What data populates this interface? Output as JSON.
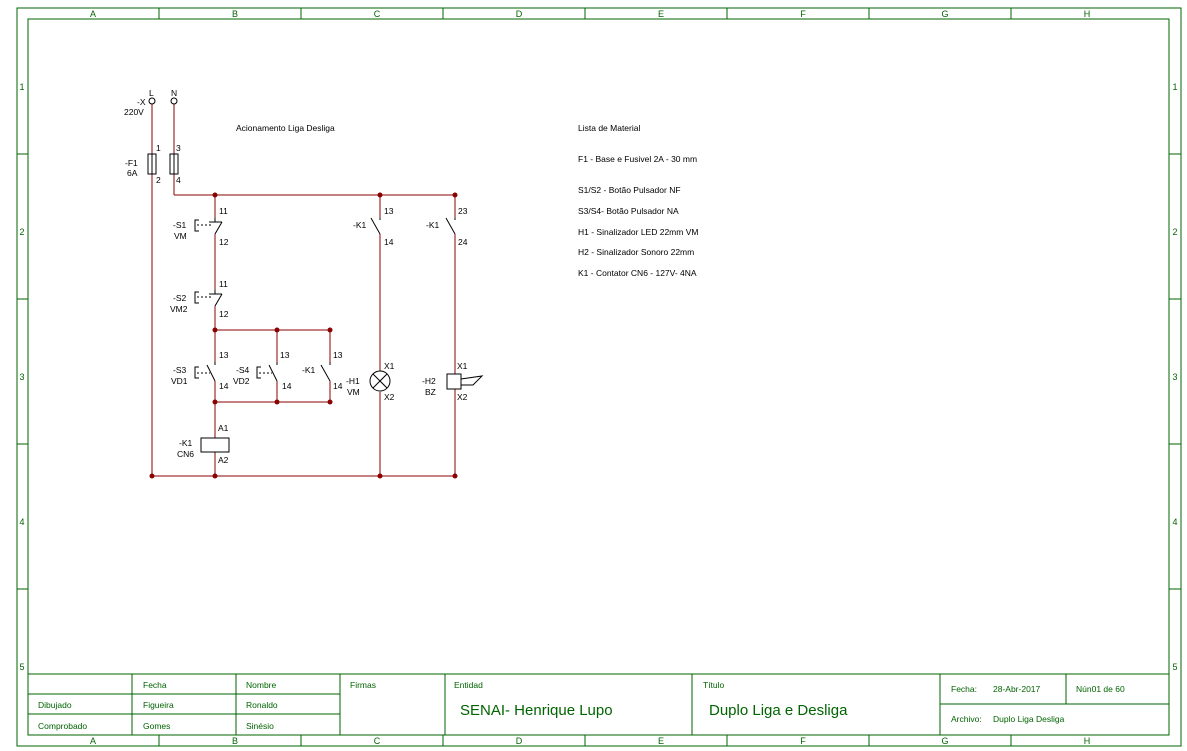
{
  "frame": {
    "columns": [
      "A",
      "B",
      "C",
      "D",
      "E",
      "F",
      "G",
      "H"
    ],
    "rows": [
      "1",
      "2",
      "3",
      "4",
      "5"
    ]
  },
  "diagram": {
    "title": "Acionamento Liga Desliga",
    "supply": {
      "tag": "-X",
      "voltage": "220V",
      "line": "L",
      "neutral": "N"
    },
    "fuse": {
      "tag": "-F1",
      "rating": "6A",
      "pins": [
        "1",
        "2",
        "3",
        "4"
      ]
    },
    "s1": {
      "tag": "-S1",
      "color": "VM",
      "pin_top": "11",
      "pin_bottom": "12"
    },
    "s2": {
      "tag": "-S2",
      "color": "VM2",
      "pin_top": "11",
      "pin_bottom": "12"
    },
    "s3": {
      "tag": "-S3",
      "color": "VD1",
      "pin_top": "13",
      "pin_bottom": "14"
    },
    "s4": {
      "tag": "-S4",
      "color": "VD2",
      "pin_top": "13",
      "pin_bottom": "14"
    },
    "k1_seal": {
      "tag": "-K1",
      "pin_top": "13",
      "pin_bottom": "14"
    },
    "k1_coil": {
      "tag": "-K1",
      "model": "CN6",
      "pin_top": "A1",
      "pin_bottom": "A2"
    },
    "k1_lamp_contact": {
      "tag": "-K1",
      "pin_top": "13",
      "pin_bottom": "14"
    },
    "k1_buzzer_contact": {
      "tag": "-K1",
      "pin_top": "23",
      "pin_bottom": "24"
    },
    "h1": {
      "tag": "-H1",
      "color": "VM",
      "pin_top": "X1",
      "pin_bottom": "X2"
    },
    "h2": {
      "tag": "-H2",
      "type": "BZ",
      "pin_top": "X1",
      "pin_bottom": "X2"
    },
    "wire_color": "#8b0000"
  },
  "materials": {
    "title": "Lista de Material",
    "items": [
      "F1 - Base e Fusivel 2A - 30 mm",
      "S1/S2 - Botão Pulsador NF",
      "S3/S4- Botão Pulsador NA",
      "H1 - Sinalizador LED 22mm VM",
      "H2 - Sinalizador Sonoro 22mm",
      "K1 - Contator CN6 - 127V- 4NA"
    ]
  },
  "title_block": {
    "fecha_header": "Fecha",
    "nombre_header": "Nombre",
    "firmas_header": "Firmas",
    "dibujado_label": "Dibujado",
    "dibujado_fecha": "Figueira",
    "dibujado_nombre": "Ronaldo",
    "comprobado_label": "Comprobado",
    "comprobado_fecha": "Gomes",
    "comprobado_nombre": "Sinésio",
    "entidad_label": "Entidad",
    "entidad_value": "SENAI- Henrique Lupo",
    "titulo_label": "Título",
    "titulo_value": "Duplo Liga e Desliga",
    "fecha_label": "Fecha:",
    "fecha_value": "28-Abr-2017",
    "num_value": "Nún01 de 60",
    "archivo_label": "Archivo:",
    "archivo_value": "Duplo Liga Desliga"
  },
  "colors": {
    "border": "#006400",
    "wire": "#8b0000",
    "text": "#000000"
  }
}
